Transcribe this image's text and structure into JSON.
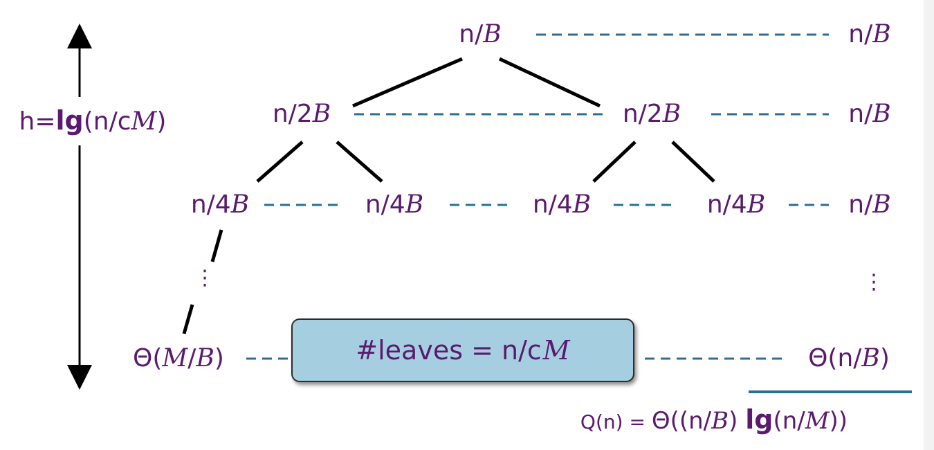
{
  "height_label": {
    "prefix": "h=",
    "func": "lg",
    "arg": "(n/c",
    "cal": "M",
    "close": ")"
  },
  "root": {
    "text": "n/",
    "cal": "B"
  },
  "level1": [
    {
      "text": "n/2",
      "cal": "B"
    },
    {
      "text": "n/2",
      "cal": "B"
    }
  ],
  "level2": [
    {
      "text": "n/4",
      "cal": "B"
    },
    {
      "text": "n/4",
      "cal": "B"
    },
    {
      "text": "n/4",
      "cal": "B"
    },
    {
      "text": "n/4",
      "cal": "B"
    }
  ],
  "leaf": {
    "open": "Θ(",
    "cal1": "M",
    "slash": "/",
    "cal2": "B",
    "close": ")"
  },
  "row_sums": [
    {
      "text": "n/",
      "cal": "B"
    },
    {
      "text": "n/",
      "cal": "B"
    },
    {
      "text": "n/",
      "cal": "B"
    }
  ],
  "bottom_sum": {
    "open": "Θ(n/",
    "cal": "B",
    "close": ")"
  },
  "vdots": "⋮",
  "callout": {
    "text": "#leaves = n/c",
    "cal": "M"
  },
  "total": {
    "lhs": "Q(n) = ",
    "theta": "Θ((n/",
    "cal1": "B",
    "mid": ") ",
    "func": "lg",
    "arg": "(n/",
    "cal2": "M",
    "close": "))"
  },
  "colors": {
    "label": "#5b1a6e",
    "dash": "#2e6d94",
    "tree_edge": "#000000",
    "callout_fill": "#a5cfe0",
    "rule": "#2e6d94"
  }
}
